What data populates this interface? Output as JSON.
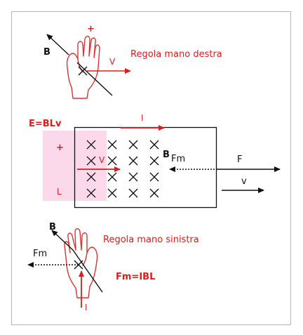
{
  "labels": {
    "right_hand_plus": "+",
    "right_hand_B": "B",
    "right_hand_v": "V",
    "right_hand_rule": "Regola mano destra",
    "emf_formula": "E=BLv",
    "current_I": "I",
    "plus_sign": "+",
    "velocity_v_in_rod": "V",
    "field_B": "B",
    "magnetic_force": "Fm",
    "applied_force": "F",
    "velocity_v": "v",
    "length_L": "L",
    "left_hand_B": "B",
    "left_hand_rule": "Regola mano sinistra",
    "left_hand_Fm": "Fm",
    "force_formula": "Fm=IBL",
    "left_hand_I": "I"
  },
  "colors": {
    "accent_red": "#dd1c1c",
    "rod_fill": "#fbd9ea",
    "frame_border": "#b4b4b4",
    "ink": "#111111"
  },
  "field_symbol": "cross (field into page)"
}
